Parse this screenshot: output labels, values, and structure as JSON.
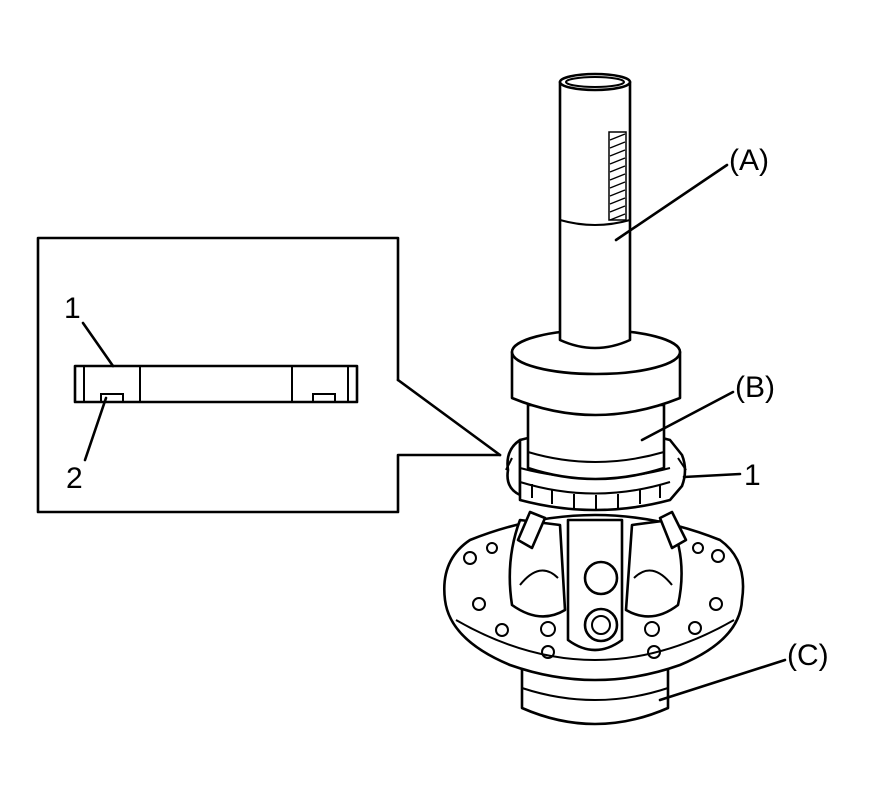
{
  "labels": {
    "tool_a": "(A)",
    "tool_b": "(B)",
    "tool_c": "(C)",
    "part_1_main": "1",
    "inset_part_1": "1",
    "inset_part_2": "2"
  }
}
